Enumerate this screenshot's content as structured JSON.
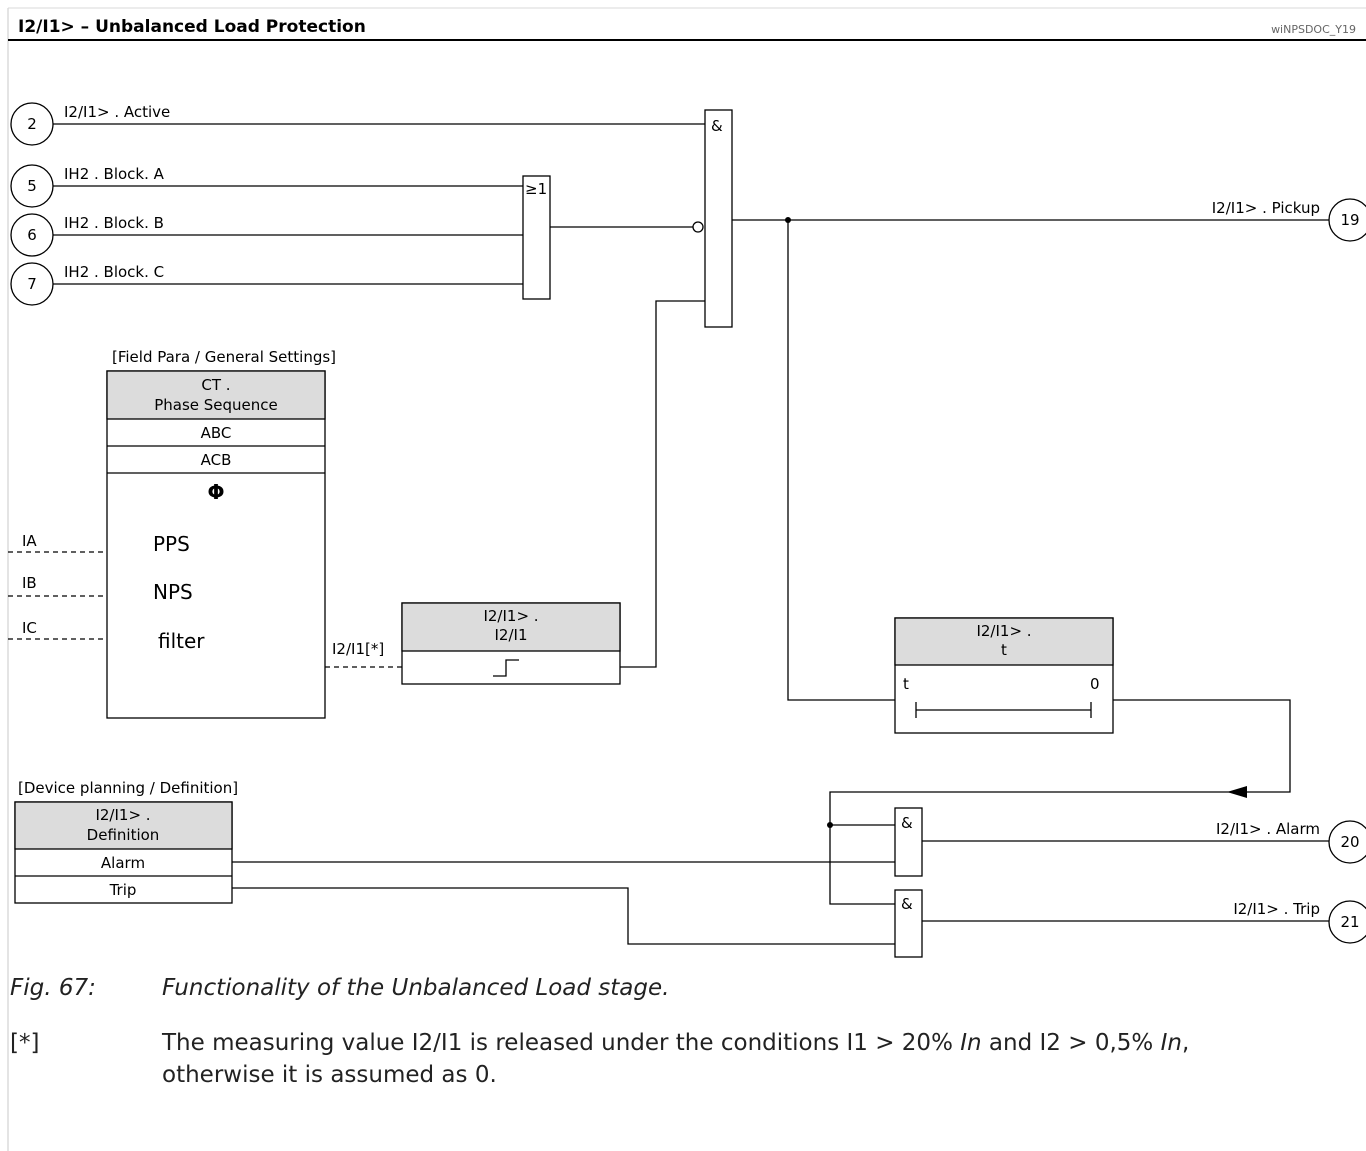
{
  "header": {
    "title": "I2/I1> – Unbalanced Load Protection",
    "doc_id": "wiNPSDOC_Y19"
  },
  "inputs": [
    {
      "num": "2",
      "label": "I2/I1> . Active"
    },
    {
      "num": "5",
      "label": "IH2 . Block. A"
    },
    {
      "num": "6",
      "label": "IH2 . Block. B"
    },
    {
      "num": "7",
      "label": "IH2 . Block. C"
    }
  ],
  "gates": {
    "and": "&",
    "or": "≥1"
  },
  "ct_block": {
    "path": "[Field Para / General Settings]",
    "title_line1": "CT .",
    "title_line2": "Phase Sequence",
    "options": [
      "ABC",
      "ACB"
    ],
    "phi": "Φ",
    "rows": [
      "PPS",
      "NPS",
      "filter"
    ]
  },
  "currents": [
    "IA",
    "IB",
    "IC"
  ],
  "measured_label": "I2/I1[*]",
  "threshold_block": {
    "line1": "I2/I1> .",
    "line2": "I2/I1"
  },
  "timer_block": {
    "line1": "I2/I1> .",
    "line2": "t",
    "start": "t",
    "end": "0"
  },
  "definition_block": {
    "path": "[Device planning / Definition]",
    "line1": "I2/I1> .",
    "line2": "Definition",
    "options": [
      "Alarm",
      "Trip"
    ]
  },
  "outputs": [
    {
      "num": "19",
      "label": "I2/I1> . Pickup"
    },
    {
      "num": "20",
      "label": "I2/I1> . Alarm"
    },
    {
      "num": "21",
      "label": "I2/I1> . Trip"
    }
  ],
  "caption": {
    "number": "Fig. 67:",
    "text": "Functionality of the Unbalanced Load stage."
  },
  "footnote": {
    "marker": "[*]",
    "line1_a": "The measuring value I2/I1 is released under the conditions I1 > 20% ",
    "in_1": "In",
    "line1_b": " and I2 > 0,5% ",
    "in_2": "In",
    "line1_c": ",",
    "line2": "otherwise it is assumed as 0."
  }
}
